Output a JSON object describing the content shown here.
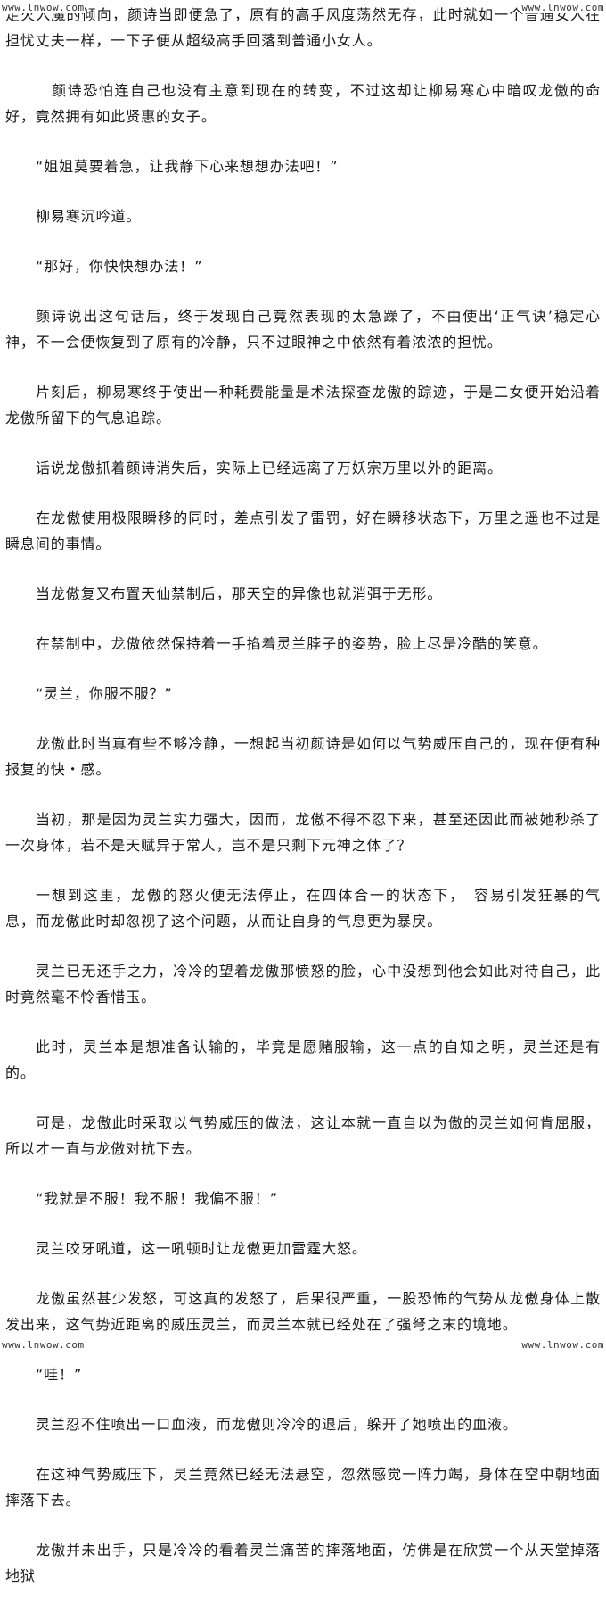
{
  "watermark": "www.lnwow.com",
  "paragraphs": [
    "走火入魔的倾向，颜诗当即便急了，原有的高手风度荡然无存，此时就如一个普通女人在担忧丈夫一样，一下子便从超级高手回落到普通小女人。",
    "颜诗恐怕连自己也没有主意到现在的转变，不过这却让柳易寒心中暗叹龙傲的命好，竟然拥有如此贤惠的女子。",
    "“姐姐莫要着急，让我静下心来想想办法吧！”",
    "柳易寒沉吟道。",
    "“那好，你快快想办法！”",
    "颜诗说出这句话后，终于发现自己竟然表现的太急躁了，不由使出‘正气诀’稳定心神，不一会便恢复到了原有的冷静，只不过眼神之中依然有着浓浓的担忧。",
    "片刻后，柳易寒终于使出一种耗费能量是术法探查龙傲的踪迹，于是二女便开始沿着龙傲所留下的气息追踪。",
    "话说龙傲抓着颜诗消失后，实际上已经远离了万妖宗万里以外的距离。",
    "在龙傲使用极限瞬移的同时，差点引发了雷罚，好在瞬移状态下，万里之遥也不过是瞬息间的事情。",
    "当龙傲复又布置天仙禁制后，那天空的异像也就消弭于无形。",
    "在禁制中，龙傲依然保持着一手掐着灵兰脖子的姿势，脸上尽是冷酷的笑意。",
    "“灵兰，你服不服？”",
    "龙傲此时当真有些不够冷静，一想起当初颜诗是如何以气势威压自己的，现在便有种报复的快・感。",
    "当初，那是因为灵兰实力强大，因而，龙傲不得不忍下来，甚至还因此而被她秒杀了一次身体，若不是天赋异于常人，岂不是只剩下元神之体了？",
    "一想到这里，龙傲的怒火便无法停止，在四体合一的状态下，　容易引发狂暴的气息，而龙傲此时却忽视了这个问题，从而让自身的气息更为暴戾。",
    "灵兰已无还手之力，冷冷的望着龙傲那愤怒的脸，心中没想到他会如此对待自己，此时竟然毫不怜香惜玉。",
    "此时，灵兰本是想准备认输的，毕竟是愿赌服输，这一点的自知之明，灵兰还是有的。",
    "可是，龙傲此时采取以气势威压的做法，这让本就一直自以为傲的灵兰如何肯屈服，所以才一直与龙傲对抗下去。",
    "“我就是不服！我不服！我偏不服！”",
    "灵兰咬牙吼道，这一吼顿时让龙傲更加雷霆大怒。",
    "龙傲虽然甚少发怒，可这真的发怒了，后果很严重，一股恐怖的气势从龙傲身体上散发出来，这气势近距离的威压灵兰，而灵兰本就已经处在了强弩之末的境地。",
    "“哇！”",
    "灵兰忍不住喷出一口血液，而龙傲则冷冷的退后，躲开了她喷出的血液。",
    "在这种气势威压下，灵兰竟然已经无法悬空，忽然感觉一阵力竭，身体在空中朝地面摔落下去。",
    "龙傲并未出手，只是冷冷的看着灵兰痛苦的摔落地面，仿佛是在欣赏一个从天堂掉落地狱"
  ]
}
